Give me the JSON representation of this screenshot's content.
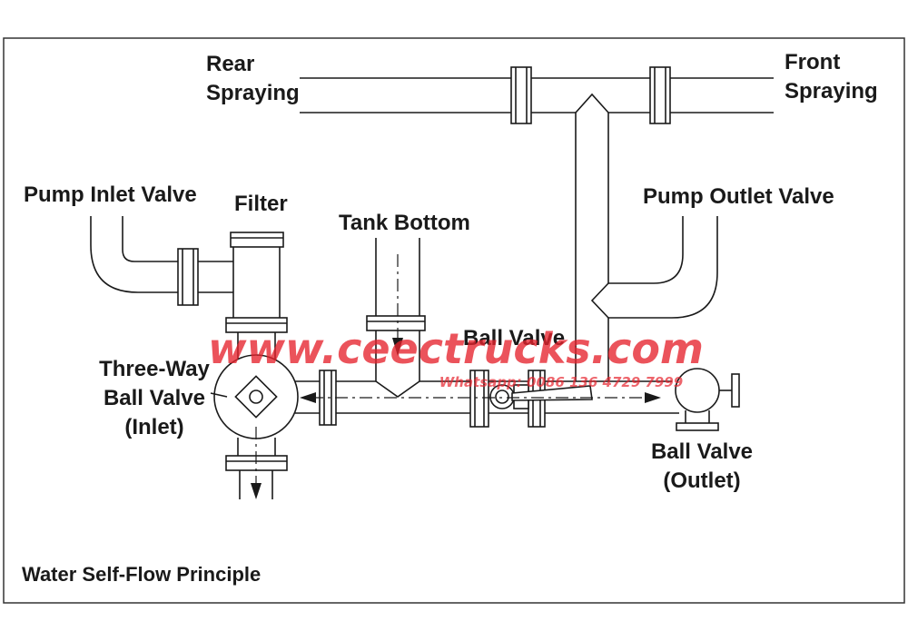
{
  "labels": {
    "rear_spraying": [
      "Rear",
      "Spraying"
    ],
    "front_spraying": [
      "Front",
      "Spraying"
    ],
    "pump_inlet_valve": "Pump Inlet Valve",
    "filter": "Filter",
    "tank_bottom": "Tank Bottom",
    "pump_outlet_valve": "Pump Outlet Valve",
    "ball_valve": "Ball Valve",
    "three_way_ball_valve": [
      "Three-Way",
      "Ball Valve",
      "(Inlet)"
    ],
    "ball_valve_outlet": [
      "Ball Valve",
      "(Outlet)"
    ],
    "caption": "Water Self-Flow Principle"
  },
  "watermark": {
    "site": "www.ceectrucks.com",
    "contact": "Whatsapp: 0086 136 4729 7999",
    "color": "#e5232d"
  },
  "colors": {
    "line": "#1a1a1a",
    "background": "#ffffff",
    "frame": "#333333"
  }
}
